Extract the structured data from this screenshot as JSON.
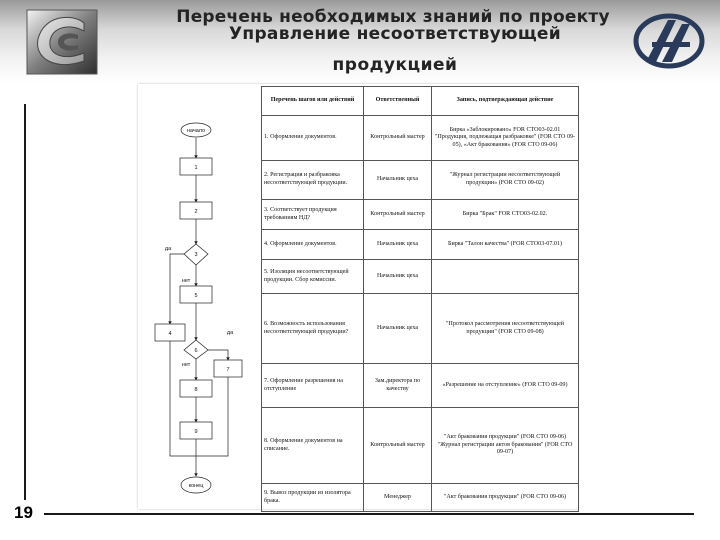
{
  "header": {
    "title_line1": "Перечень необходимых знаний по проекту",
    "title_line2": "Управление несоответствующей",
    "title_line3": "продукцией"
  },
  "page_number": "19",
  "icons": {
    "left_logo": "company-logo-c",
    "right_logo": "company-logo-emblem"
  },
  "flowchart": {
    "start": "начало",
    "end": "конец",
    "nodes": [
      "1",
      "2",
      "3",
      "4",
      "5",
      "6",
      "7",
      "8",
      "9"
    ],
    "labels": {
      "yes": "да",
      "no": "нет"
    }
  },
  "table": {
    "headers": [
      "Перечень шагов или действий",
      "Ответственный",
      "Запись, подтверждающая действие"
    ],
    "rows": [
      {
        "step": "1. Оформление документов.",
        "resp": "Контрольный мастер",
        "rec": "Бирка «Заблокировано» FOR CTO03-02.01 \"Продукция, подлежащая разбраковке\" (FOR CTO 09-05), «Акт бракования» (FOR CTO 09-06)"
      },
      {
        "step": "2. Регистрация и разбраковка несоответствующей продукции.",
        "resp": "Начальник цеха",
        "rec": "\"Журнал регистрации несоответствующей продукции» (FOR CTO 09-02)"
      },
      {
        "step": "3. Соответствует продукция требованиям НД?",
        "resp": "Контрольный мастер",
        "rec": "Бирка \"Брак\" FOR CTO03-02.02."
      },
      {
        "step": "4. Оформление документов.",
        "resp": "Начальник цеха",
        "rec": "Бирка \"Талон качества\" (FOR CTO03-07.01)"
      },
      {
        "step": "5. Изоляция несоответствующей продукции. Сбор комиссии.",
        "resp": "Начальник цеха",
        "rec": ""
      },
      {
        "step": "6. Возможность использования несоответствующей продукции?",
        "resp": "Начальник цеха",
        "rec": "\"Протокол рассмотрения несоответствующей продукции\" (FOR CTO 09-08)"
      },
      {
        "step": "7. Оформление разрешения на отступление",
        "resp": "Зам.директора по качеству",
        "rec": "«Разрешение на отступление» (FOR CTO 09-09)"
      },
      {
        "step": "8. Оформление документов на списание.",
        "resp": "Контрольный мастер",
        "rec": "\"Акт бракования продукции\" (FOR CTO 09-06) \"Журнал регистрации актов бракования\" (FOR CTO 09-07)"
      },
      {
        "step": "9. Вывоз продукции из изолятора брака.",
        "resp": "Менеджер",
        "rec": "\"Акт бракования продукции\" (FOR CTO 09-06)"
      }
    ]
  }
}
